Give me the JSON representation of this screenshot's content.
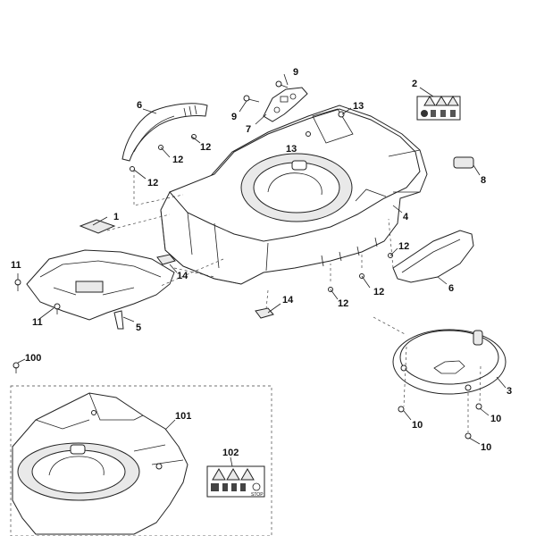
{
  "callouts": {
    "c1": "1",
    "c2": "2",
    "c3": "3",
    "c4": "4",
    "c5": "5",
    "c6a": "6",
    "c6b": "6",
    "c7": "7",
    "c8": "8",
    "c9a": "9",
    "c9b": "9",
    "c10a": "10",
    "c10b": "10",
    "c10c": "10",
    "c11a": "11",
    "c11b": "11",
    "c12a": "12",
    "c12b": "12",
    "c12c": "12",
    "c12d": "12",
    "c12e": "12",
    "c12f": "12",
    "c13a": "13",
    "c13b": "13",
    "c14a": "14",
    "c14b": "14",
    "c100": "100",
    "c101": "101",
    "c102": "102"
  },
  "labels": {
    "stop": "STOP"
  }
}
